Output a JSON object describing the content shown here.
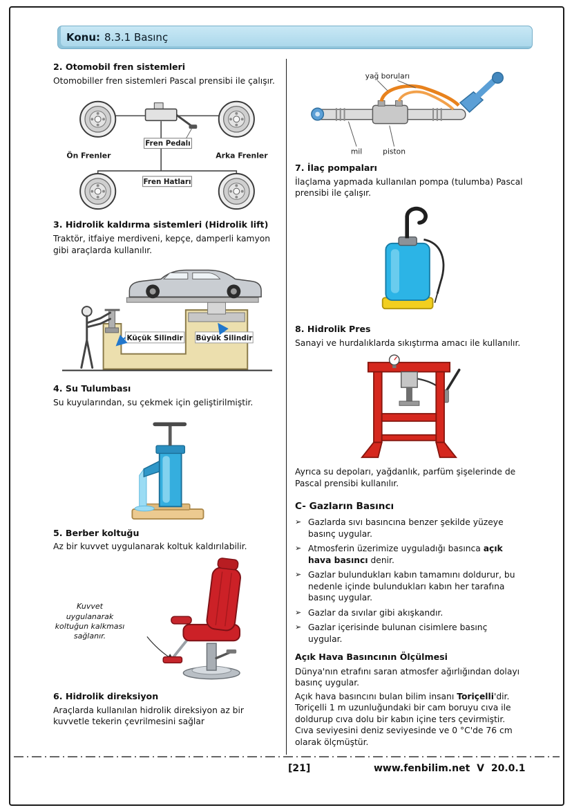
{
  "header": {
    "label": "Konu:",
    "value": "8.3.1 Basınç"
  },
  "left": {
    "s2": {
      "title": "2. Otomobil fren sistemleri",
      "body": "Otomobiller fren sistemleri Pascal prensibi ile çalışır.",
      "fig": {
        "front_label": "Ön Frenler",
        "pedal_label": "Fren Pedalı",
        "rear_label": "Arka Frenler",
        "lines_label": "Fren Hatları"
      }
    },
    "s3": {
      "title": "3. Hidrolik kaldırma sistemleri (Hidrolik lift)",
      "body": "Traktör, itfaiye merdiveni, kepçe, damperli kamyon gibi araçlarda kullanılır.",
      "fig": {
        "small_label": "Küçük Silindir",
        "big_label": "Büyük Silindir"
      }
    },
    "s4": {
      "title": "4. Su Tulumbası",
      "body": "Su kuyularından, su çekmek için geliştirilmiştir."
    },
    "s5": {
      "title": "5. Berber koltuğu",
      "body": "Az bir kuvvet uygulanarak koltuk kaldırılabilir.",
      "fig": {
        "note": "Kuvvet uygulanarak koltuğun kalkması sağlanır."
      }
    },
    "s6": {
      "title": "6. Hidrolik direksiyon",
      "body": "Araçlarda kullanılan hidrolik direksiyon az bir kuvvetle tekerin çevrilmesini sağlar"
    }
  },
  "right": {
    "steering_fig": {
      "pipes_label": "yağ boruları",
      "shaft_label": "mil",
      "piston_label": "piston"
    },
    "s7": {
      "title": "7. İlaç pompaları",
      "body": "İlaçlama yapmada kullanılan pompa (tulumba) Pascal prensibi ile çalışır."
    },
    "s8": {
      "title": "8. Hidrolik Pres",
      "body": "Sanayi ve hurdalıklarda sıkıştırma amacı ile kullanılır."
    },
    "pascal_note": "Ayrıca su depoları, yağdanlık, parfüm şişelerinde de Pascal prensibi kullanılır.",
    "gases": {
      "title": "C- Gazların Basıncı",
      "bullet_glyph": "➢",
      "bullets": [
        {
          "text": "Gazlarda sıvı basıncına benzer şekilde yüzeye basınç uygular."
        },
        {
          "pre": "Atmosferin üzerimize uyguladığı basınca ",
          "bold": "açık hava basıncı",
          "post": " denir."
        },
        {
          "text": "Gazlar bulundukları kabın tamamını doldurur, bu nedenle içinde bulundukları kabın her tarafına basınç uygular."
        },
        {
          "text": "Gazlar da sıvılar gibi akışkandır."
        },
        {
          "text": "Gazlar içerisinde bulunan cisimlere basınç uygular."
        }
      ]
    },
    "open_air": {
      "title": "Açık Hava Basıncının Ölçülmesi",
      "p1": "Dünya'nın etrafını saran atmosfer ağırlığından dolayı basınç uygular.",
      "p2": {
        "pre": "Açık hava basıncını bulan bilim insanı ",
        "bold": "Toriçelli",
        "post": "'dir. Toriçelli 1 m uzunluğundaki bir cam boruyu cıva ile doldurup cıva dolu bir kabın içine ters çevirmiştir. Cıva seviyesini deniz seviyesinde ve 0 °C'de 76 cm olarak ölçmüştür."
      }
    }
  },
  "footer": {
    "page_number": "[21]",
    "site": "www.fenbilim.net V 20.0.1"
  },
  "colors": {
    "header_bg": "#aad6ea",
    "arrow_blue": "#2277cc",
    "chair_red": "#cc2127",
    "tank_blue": "#2cb4e6",
    "press_red": "#d5281e",
    "pipe_orange": "#e8821d",
    "tube_beige": "#ecdfae"
  }
}
